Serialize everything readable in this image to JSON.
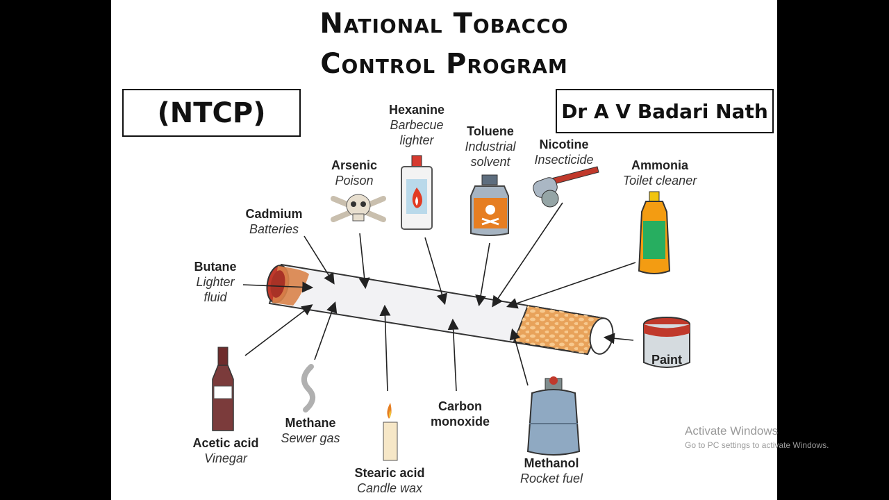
{
  "slide": {
    "title_line1": "National Tobacco",
    "title_line2": "Control Program",
    "acronym": "(NTCP)",
    "author": "Dr A V Badari Nath"
  },
  "chemicals": {
    "hexanine": {
      "name": "Hexanine",
      "use_line1": "Barbecue",
      "use_line2": "lighter"
    },
    "toluene": {
      "name": "Toluene",
      "use_line1": "Industrial",
      "use_line2": "solvent"
    },
    "nicotine": {
      "name": "Nicotine",
      "use": "Insecticide"
    },
    "ammonia": {
      "name": "Ammonia",
      "use": "Toilet cleaner"
    },
    "arsenic": {
      "name": "Arsenic",
      "use": "Poison"
    },
    "cadmium": {
      "name": "Cadmium",
      "use": "Batteries"
    },
    "butane": {
      "name": "Butane",
      "use_line1": "Lighter",
      "use_line2": "fluid"
    },
    "acetic_acid": {
      "name": "Acetic acid",
      "use": "Vinegar"
    },
    "methane": {
      "name": "Methane",
      "use": "Sewer gas"
    },
    "stearic_acid": {
      "name": "Stearic acid",
      "use": "Candle wax"
    },
    "carbon_monoxide": {
      "name_line1": "Carbon",
      "name_line2": "monoxide"
    },
    "methanol": {
      "name": "Methanol",
      "use": "Rocket fuel"
    },
    "paint": {
      "name": "Paint"
    }
  },
  "watermark": {
    "line1": "Activate Windows",
    "line2": "Go to PC settings to activate Windows."
  },
  "colors": {
    "background": "#000000",
    "slide": "#ffffff",
    "filter": "#e8a25a",
    "ember": "#c0392b",
    "arrow": "#222222"
  }
}
